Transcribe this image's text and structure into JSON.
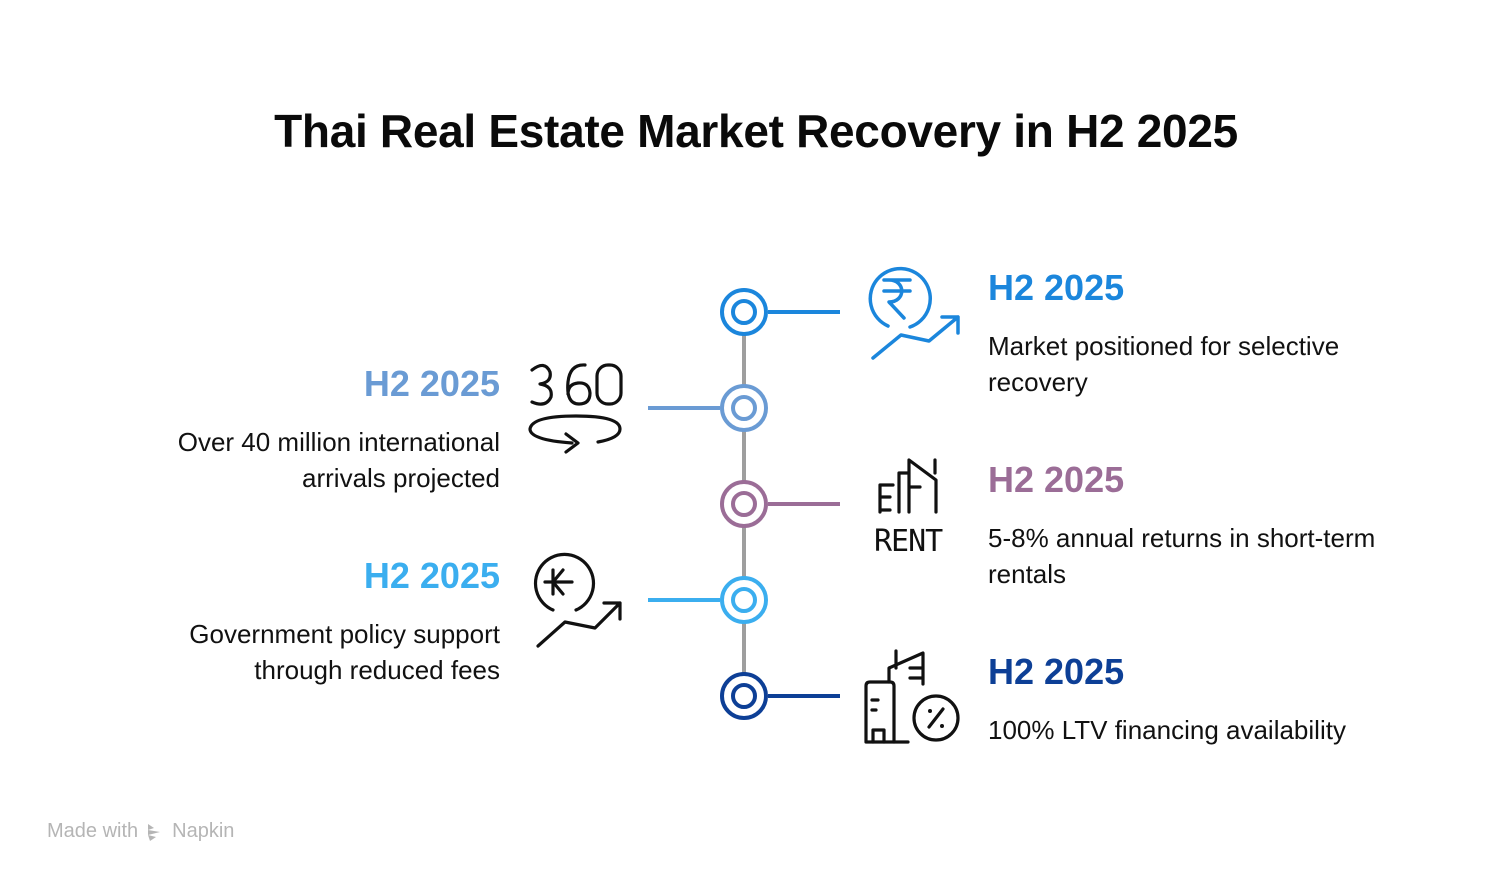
{
  "title": "Thai Real Estate Market Recovery in H2 2025",
  "milestones": [
    {
      "side": "right",
      "heading": "H2 2025",
      "description_lines": [
        "Market positioned for selective",
        "recovery"
      ],
      "color": "#1B86DC",
      "icon": "rupee-growth-icon"
    },
    {
      "side": "left",
      "heading": "H2 2025",
      "description_lines": [
        "Over 40 million international",
        "arrivals projected"
      ],
      "color": "#6A9BD4",
      "icon": "360-rotation-icon"
    },
    {
      "side": "right",
      "heading": "H2 2025",
      "description_lines": [
        "5-8% annual returns in short-term",
        "rentals"
      ],
      "color": "#9B6D97",
      "icon": "rent-building-icon"
    },
    {
      "side": "left",
      "heading": "H2 2025",
      "description_lines": [
        "Government policy support",
        "through reduced fees"
      ],
      "color": "#3BAEEF",
      "icon": "kip-currency-growth-icon"
    },
    {
      "side": "right",
      "heading": "H2 2025",
      "description_lines": [
        "100% LTV financing availability"
      ],
      "color": "#0D3F96",
      "icon": "building-percent-icon"
    }
  ],
  "timeline_color": "#9E9E9E",
  "footer": {
    "made_with": "Made with",
    "brand": "Napkin"
  }
}
